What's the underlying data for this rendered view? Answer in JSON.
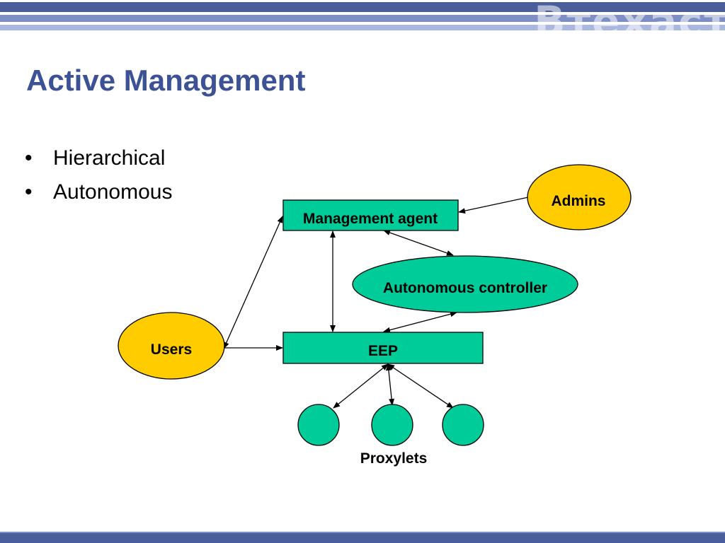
{
  "header": {
    "watermark": "BTexact",
    "colors": {
      "band_dark": "#4a5e9c",
      "band_mid": "#7d8fc4",
      "band_light": "#aab7de"
    }
  },
  "slide": {
    "title": "Active Management",
    "title_color": "#3d5294",
    "bullets": [
      "Hierarchical",
      "Autonomous"
    ]
  },
  "diagram": {
    "colors": {
      "green": "#00cc99",
      "yellow": "#ffcc00",
      "stroke": "#000000"
    },
    "nodes": {
      "management_agent": "Management agent",
      "admins": "Admins",
      "autonomous_controller": "Autonomous controller",
      "users": "Users",
      "eep": "EEP",
      "proxylets_label": "Proxylets"
    }
  }
}
